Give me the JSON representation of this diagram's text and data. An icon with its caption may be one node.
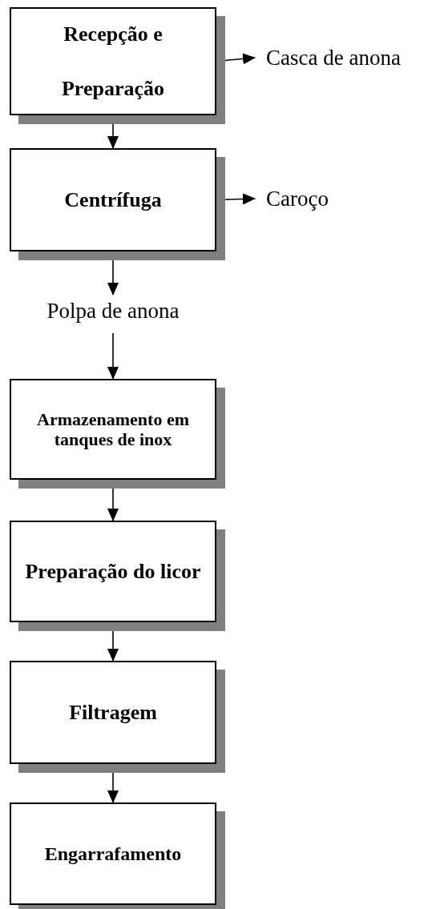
{
  "diagram": {
    "nodes": [
      {
        "text": [
          "Recepção e Preparação"
        ]
      },
      {
        "text": [
          "Casca de anona"
        ]
      },
      {
        "text": [
          "Centrífuga"
        ]
      },
      {
        "text": [
          "Caroço"
        ]
      },
      {
        "text": [
          "Polpa de anona"
        ]
      },
      {
        "text": [
          "Armazenamento em tanques de inox"
        ]
      },
      {
        "text": [
          "Preparação do licor"
        ]
      },
      {
        "text": [
          "Filtragem"
        ]
      },
      {
        "text": [
          "Engarrafamento"
        ]
      }
    ],
    "edges": [
      {
        "from": 0,
        "to": 1,
        "arrow": "to"
      },
      {
        "from": 0,
        "to": 2,
        "arrow": "to"
      },
      {
        "from": 2,
        "to": 3,
        "arrow": "to"
      },
      {
        "from": 2,
        "to": 4,
        "arrow": "to"
      },
      {
        "from": 4,
        "to": 5,
        "arrow": "to"
      },
      {
        "from": 5,
        "to": 6,
        "arrow": "to"
      },
      {
        "from": 6,
        "to": 7,
        "arrow": "to"
      },
      {
        "from": 7,
        "to": 8,
        "arrow": "to"
      }
    ]
  }
}
